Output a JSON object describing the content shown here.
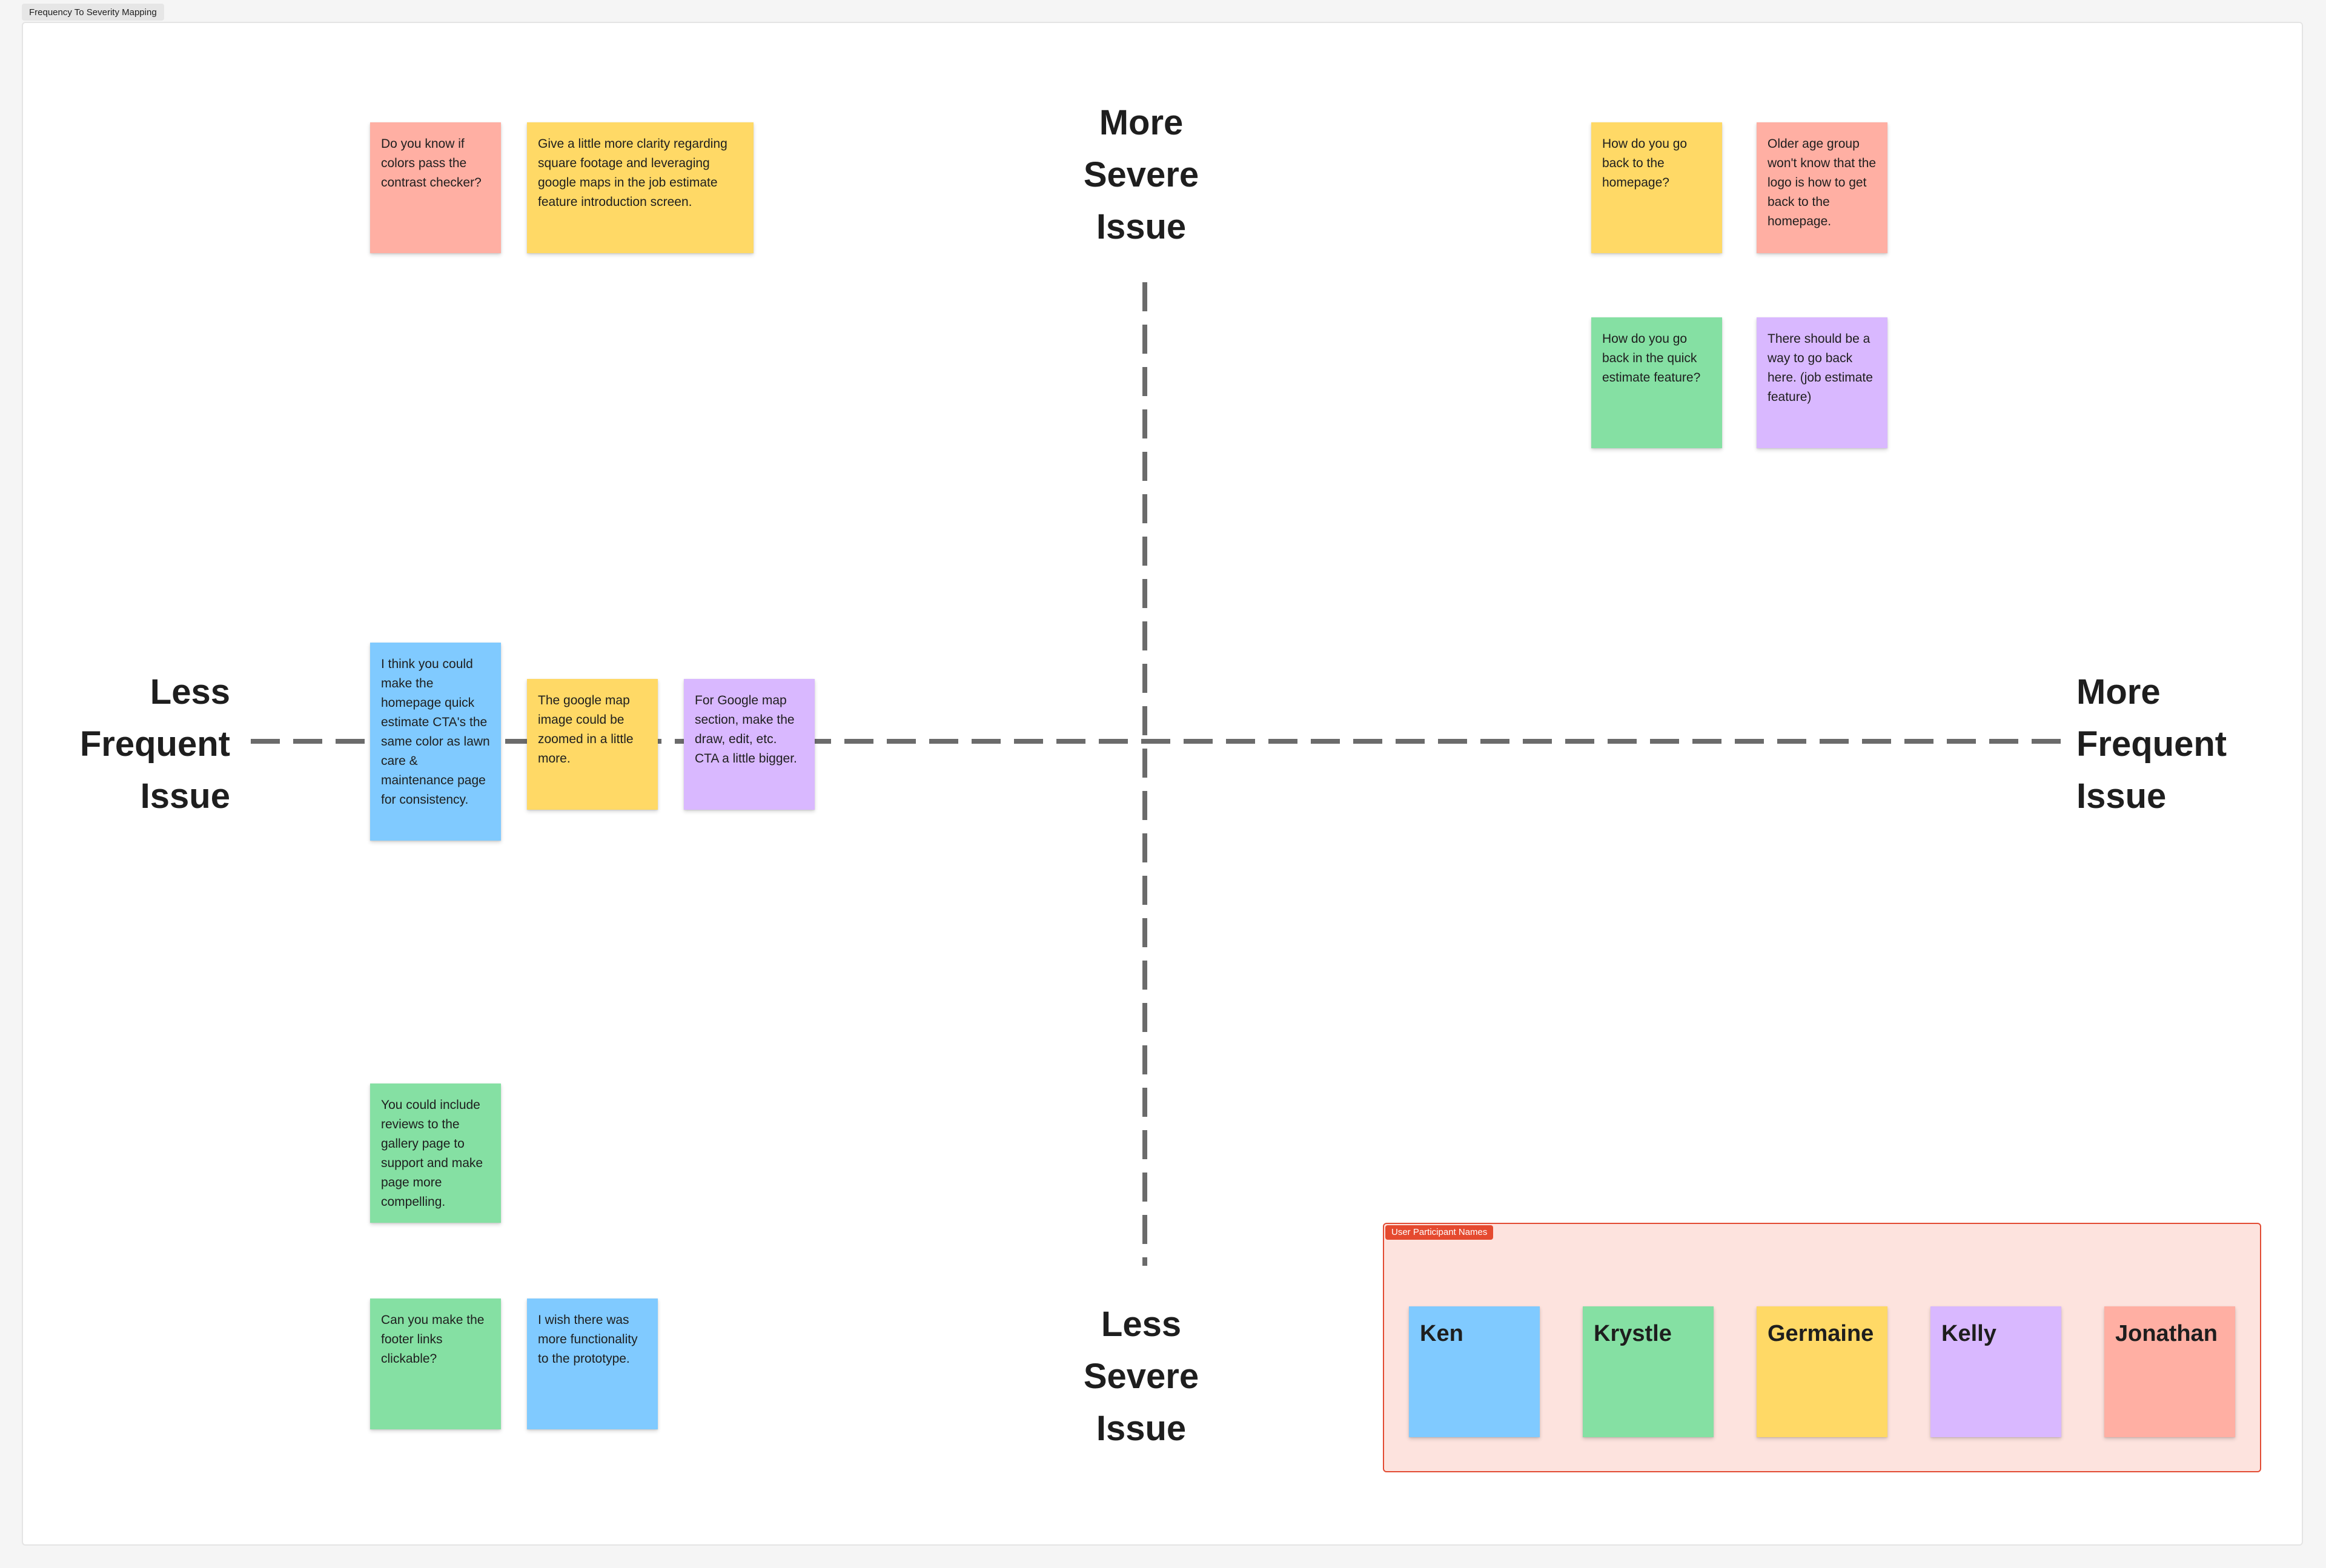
{
  "frame": {
    "title": "Frequency To Severity Mapping"
  },
  "axes": {
    "top": [
      "More",
      "Severe",
      "Issue"
    ],
    "bottom": [
      "Less",
      "Severe",
      "Issue"
    ],
    "left": [
      "Less",
      "Frequent",
      "Issue"
    ],
    "right": [
      "More",
      "Frequent",
      "Issue"
    ]
  },
  "colors": {
    "red": "#ffafa3",
    "yellow": "#ffd966",
    "green": "#85e0a3",
    "blue": "#80caff",
    "purple": "#d9b8ff",
    "section_bg": "#fde3de",
    "section_border": "#e24b33",
    "axis_line": "#6b6b6b"
  },
  "notes": [
    {
      "text": "Do you know if colors pass the contrast checker?",
      "color": "red"
    },
    {
      "text": "Give a little more clarity regarding square footage and leveraging google maps  in the job estimate feature introduction screen.",
      "color": "yellow"
    },
    {
      "text": "How do you go back to the homepage?",
      "color": "yellow"
    },
    {
      "text": "Older age group won't know that the logo is how to get back to the homepage.",
      "color": "red"
    },
    {
      "text": "How do you go back in the quick estimate feature?",
      "color": "green"
    },
    {
      "text": "There should be a way to go back here. (job estimate feature)",
      "color": "purple"
    },
    {
      "text": "I think you could make the homepage quick estimate CTA's the same color as lawn care & maintenance page for consistency.",
      "color": "blue"
    },
    {
      "text": "The google map image could be zoomed in a little more.",
      "color": "yellow"
    },
    {
      "text": "For Google map section, make the draw, edit, etc. CTA a little bigger.",
      "color": "purple"
    },
    {
      "text": "You could include reviews to the gallery page to support and make page more compelling.",
      "color": "green"
    },
    {
      "text": "Can you make the footer links clickable?",
      "color": "green"
    },
    {
      "text": "I wish there was more functionality to the prototype.",
      "color": "blue"
    }
  ],
  "participants": {
    "title": "User Participant Names",
    "names": [
      {
        "name": "Ken",
        "color": "blue"
      },
      {
        "name": "Krystle",
        "color": "green"
      },
      {
        "name": "Germaine",
        "color": "yellow"
      },
      {
        "name": "Kelly",
        "color": "purple"
      },
      {
        "name": "Jonathan",
        "color": "red"
      }
    ]
  }
}
